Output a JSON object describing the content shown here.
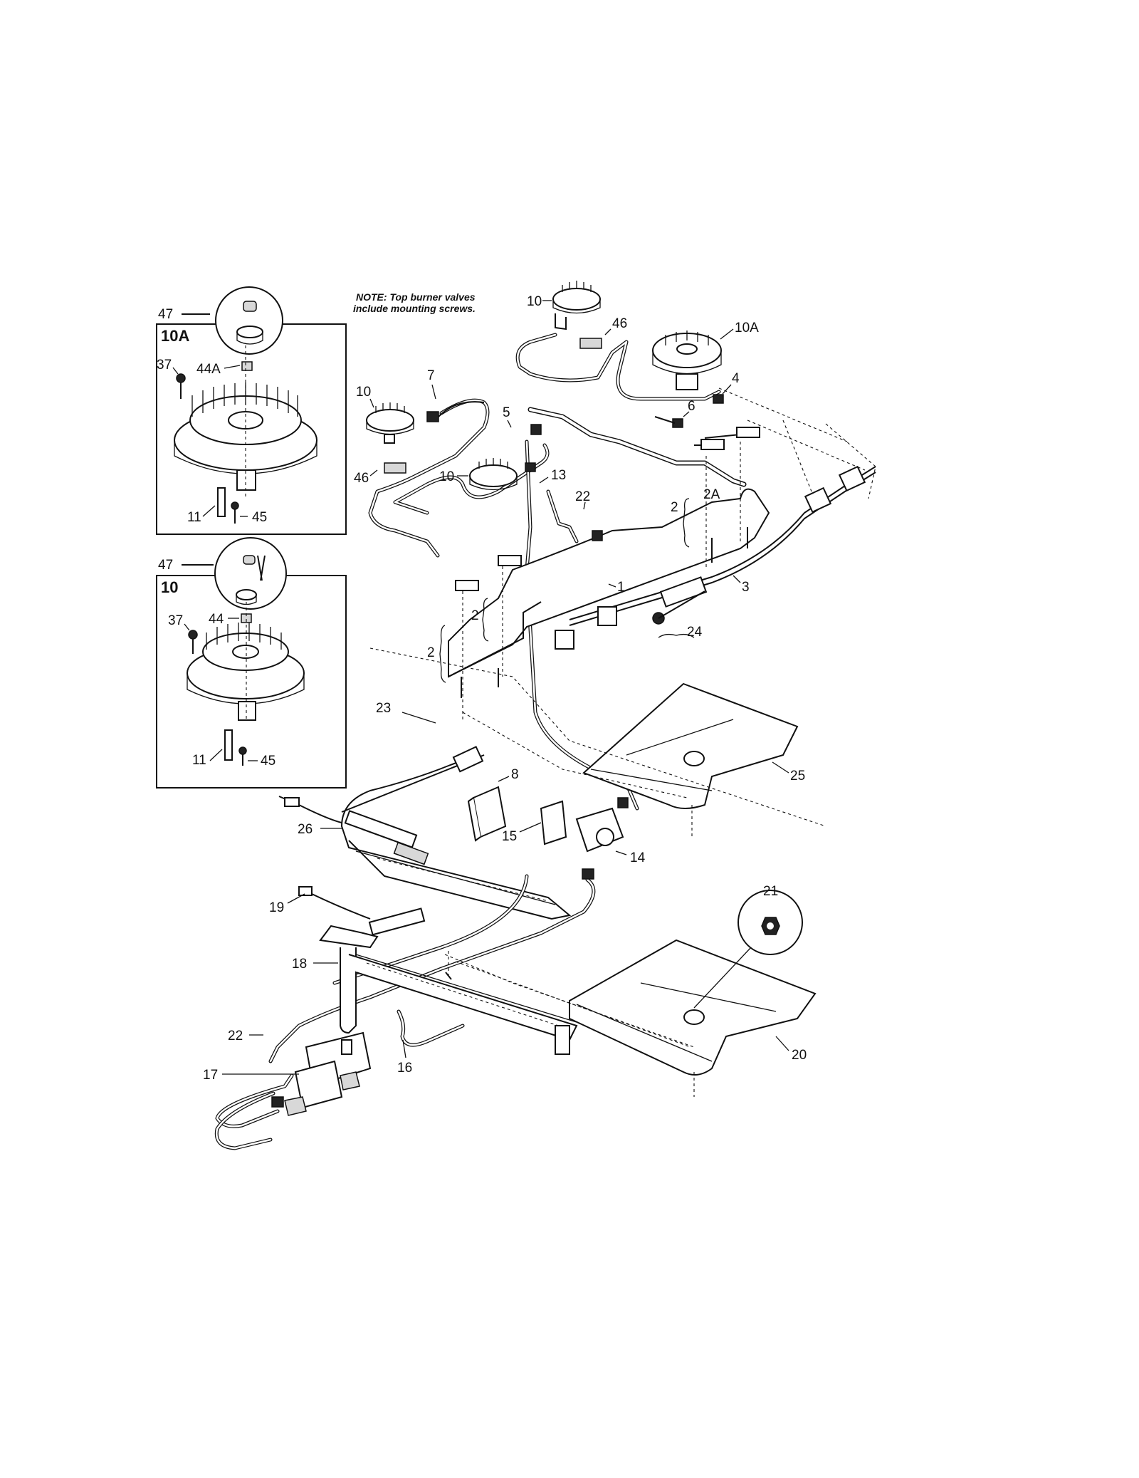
{
  "note": {
    "line1": "NOTE: Top burner valves",
    "line2": "include mounting screws."
  },
  "insets": {
    "top": {
      "title": "10A",
      "labels": {
        "l47": "47",
        "l37": "37",
        "l44a": "44A",
        "l11": "11",
        "l45": "45"
      }
    },
    "bottom": {
      "title": "10",
      "labels": {
        "l47": "47",
        "l37": "37",
        "l44": "44",
        "l11": "11",
        "l45": "45"
      }
    }
  },
  "callouts": {
    "p10_top": "10",
    "p46_top": "46",
    "p10a_right": "10A",
    "p4": "4",
    "p6": "6",
    "p7": "7",
    "p10_left": "10",
    "p5": "5",
    "p46_left": "46",
    "p10_mid": "10",
    "p13": "13",
    "p22_top": "22",
    "p2_right": "2",
    "p2a": "2A",
    "p1": "1",
    "p3": "3",
    "p2_mid": "2",
    "p2_left": "2",
    "p24": "24",
    "p23": "23",
    "p8": "8",
    "p25": "25",
    "p26": "26",
    "p15": "15",
    "p14": "14",
    "p21": "21",
    "p19": "19",
    "p18": "18",
    "p22_bottom": "22",
    "p16": "16",
    "p17": "17",
    "p20": "20"
  }
}
